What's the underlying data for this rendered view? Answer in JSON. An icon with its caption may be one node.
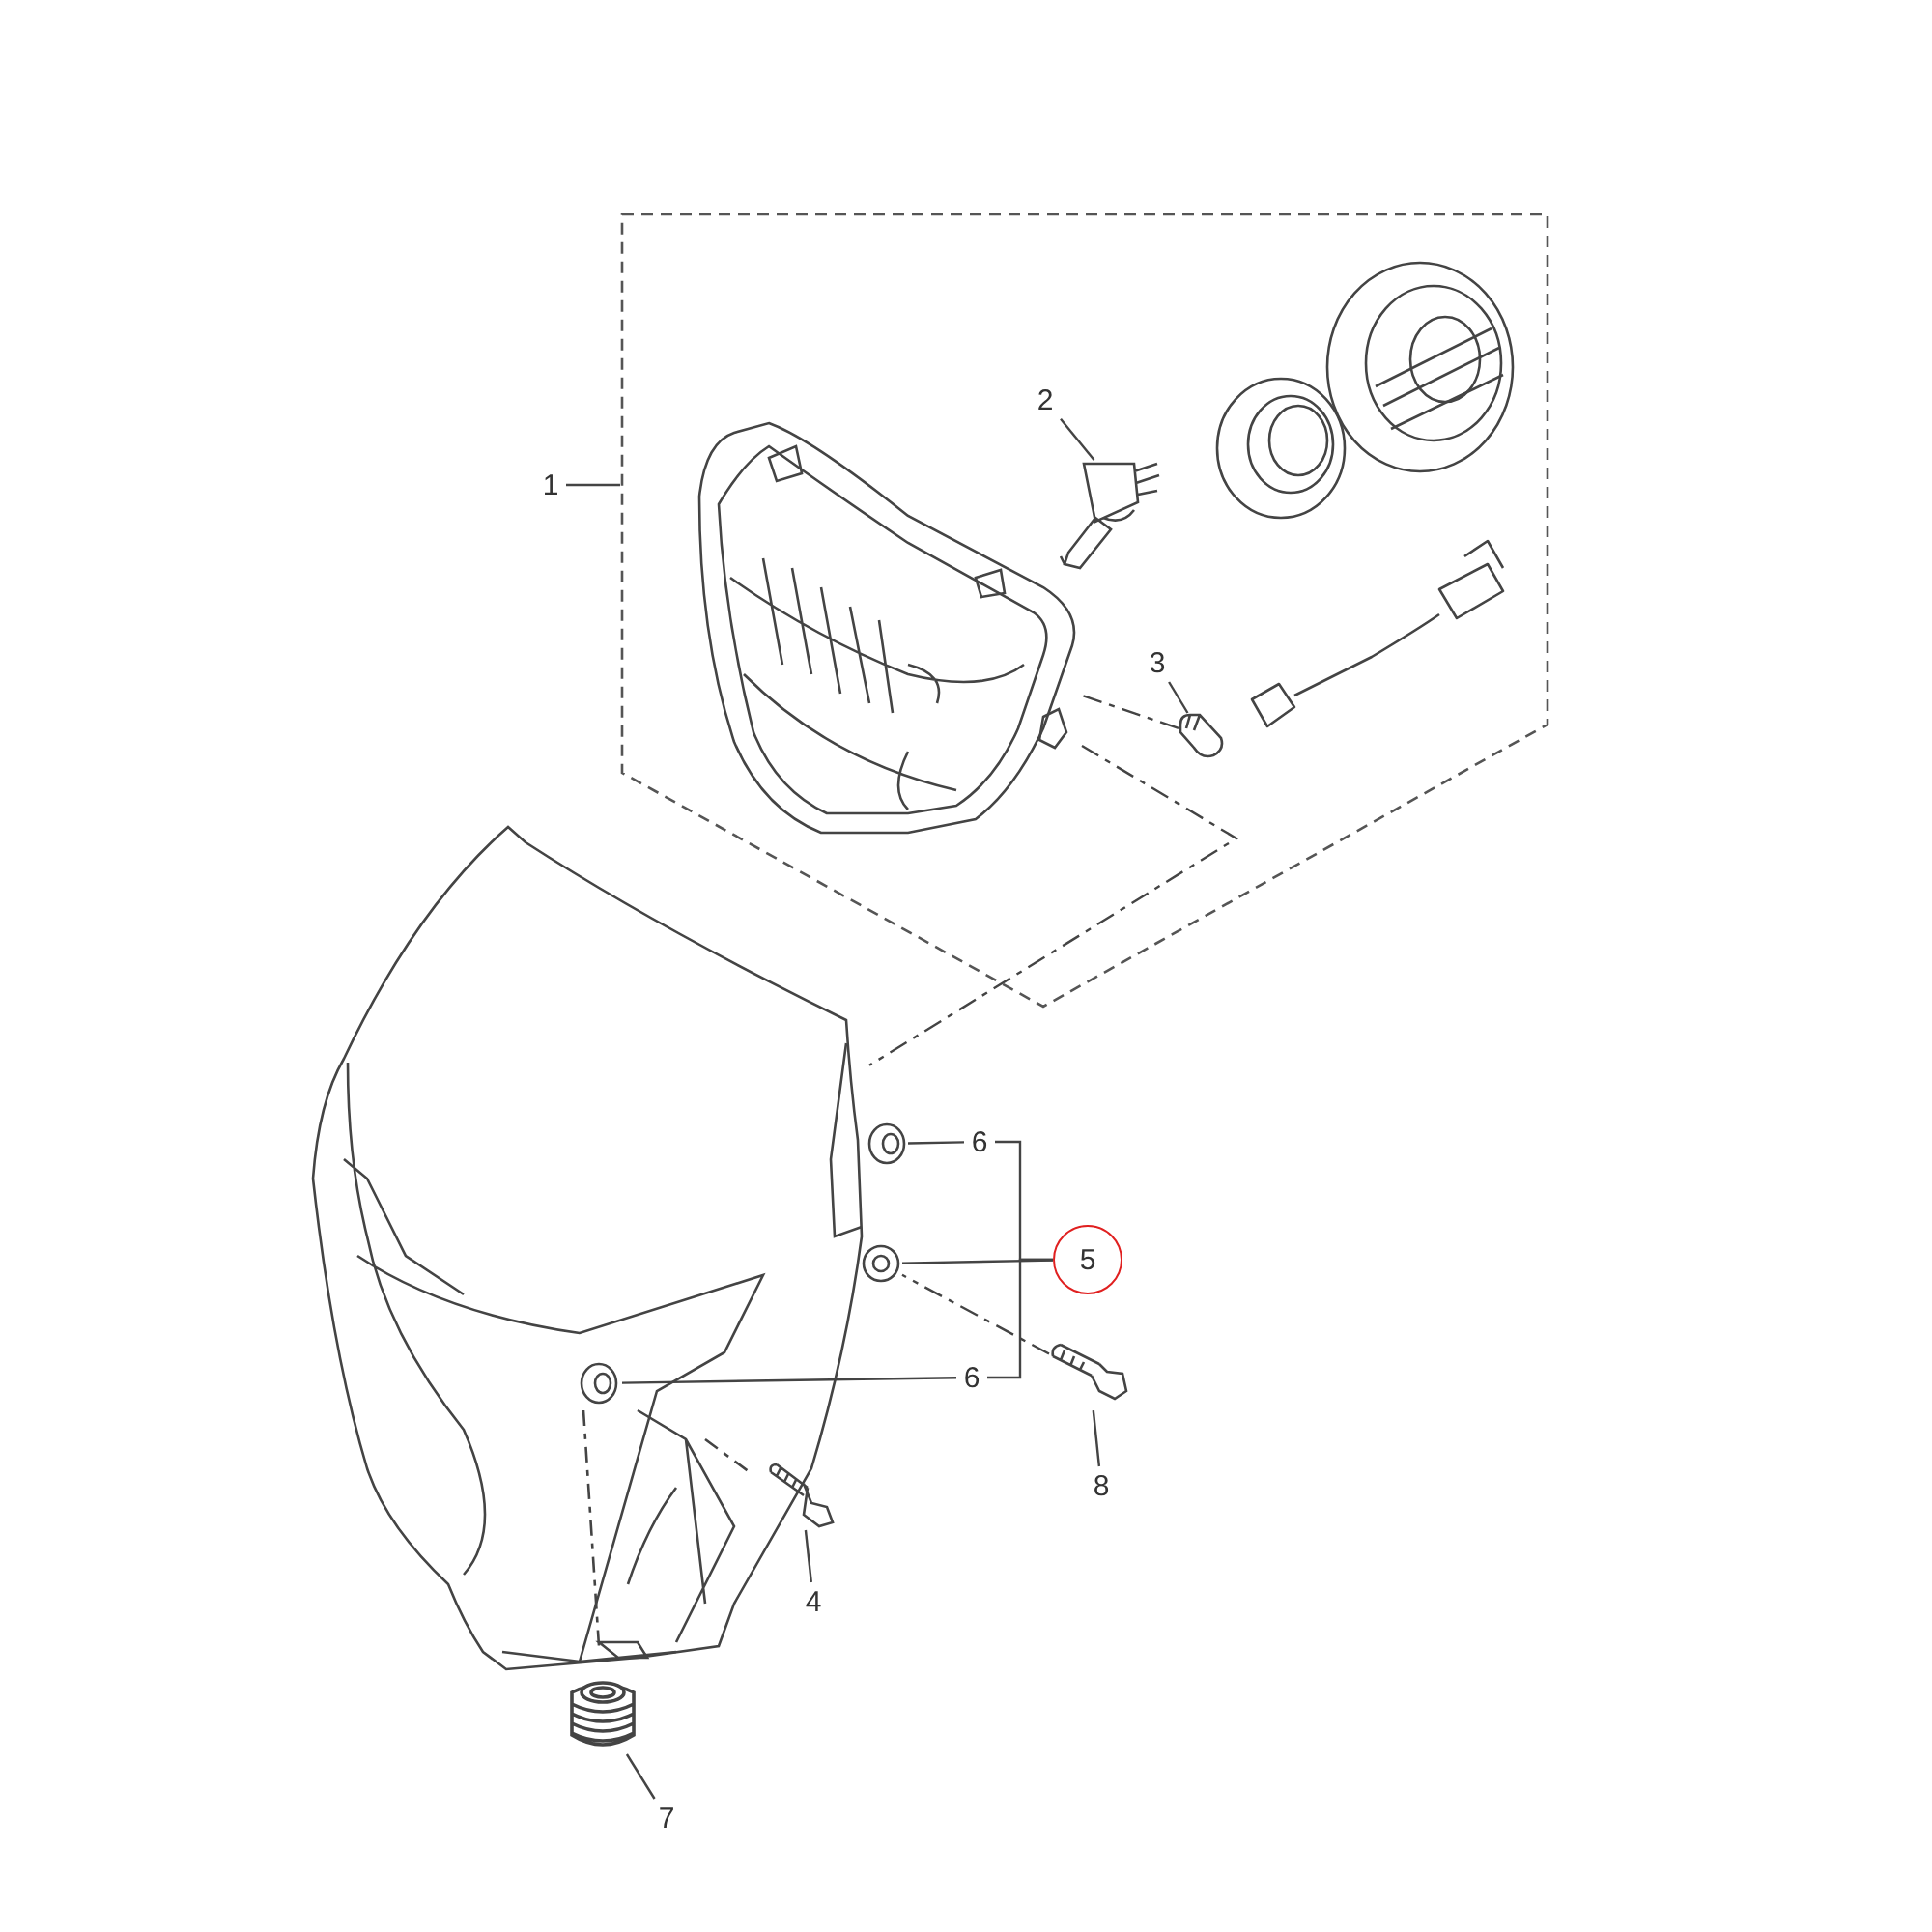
{
  "diagram": {
    "nodes": [
      {
        "text": [
          "1"
        ]
      },
      {
        "text": [
          "2"
        ],
        "in": 9
      },
      {
        "text": [
          "3"
        ],
        "in": 9
      },
      {
        "text": [
          "4"
        ]
      },
      {
        "text": [
          "5"
        ]
      },
      {
        "text": [
          "6"
        ]
      },
      {
        "text": [
          "6"
        ]
      },
      {
        "text": [
          "7"
        ]
      },
      {
        "text": [
          "8"
        ]
      },
      {
        "text": [],
        "shape": "box"
      },
      {
        "text": [],
        "shape": "picture",
        "in": 9
      },
      {
        "text": [],
        "shape": "picture",
        "in": 9
      },
      {
        "text": [],
        "shape": "picture"
      },
      {
        "text": [],
        "shape": "picture"
      },
      {
        "text": [],
        "shape": "picture"
      },
      {
        "text": [],
        "shape": "picture",
        "in": 19
      },
      {
        "text": [],
        "shape": "picture"
      },
      {
        "text": [],
        "shape": "picture"
      },
      {
        "text": [],
        "shape": "picture",
        "in": 9
      },
      {
        "text": [],
        "shape": "picture"
      }
    ],
    "edges": [
      {
        "from": 0,
        "to": 9,
        "arrow": "none"
      },
      {
        "from": 1,
        "to": 10,
        "arrow": "none"
      },
      {
        "from": 2,
        "to": 11,
        "arrow": "none"
      },
      {
        "from": 3,
        "to": 12,
        "arrow": "none"
      },
      {
        "from": 4,
        "to": 14,
        "arrow": "none"
      },
      {
        "from": 5,
        "to": 13,
        "arrow": "none"
      },
      {
        "from": 6,
        "to": 15,
        "arrow": "none"
      },
      {
        "from": 7,
        "to": 16,
        "arrow": "none"
      },
      {
        "from": 8,
        "to": 17,
        "arrow": "none"
      },
      {
        "from": 4,
        "to": 5,
        "arrow": "none"
      },
      {
        "from": 4,
        "to": 6,
        "arrow": "none"
      },
      {
        "from": 11,
        "to": 18,
        "arrow": "none",
        "style": "dashed"
      },
      {
        "from": 18,
        "to": 19,
        "arrow": "none",
        "style": "dashed"
      },
      {
        "from": 17,
        "to": 14,
        "arrow": "none",
        "style": "dashed"
      }
    ]
  }
}
